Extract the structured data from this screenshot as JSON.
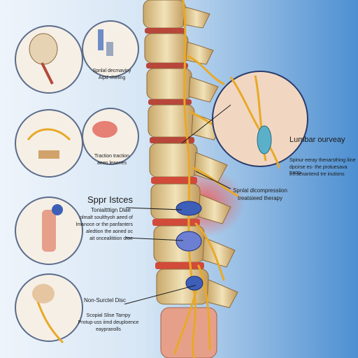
{
  "labels": {
    "panel2_title": "Spnlal decmaviny",
    "panel2_sub": "Aipd riheling",
    "panel4_title": "Traction traction",
    "panel4_sub": "aeen leaenes",
    "section_title": "Sppr Istces",
    "section_sub_title": "Tonialtttign Dlae",
    "section_body": [
      "olmalt soulthyoh aeed of",
      "lmanoce or the panfanters",
      "aledtion the aoned oc",
      "ait oncealitition dtoe"
    ],
    "decomp_title": "Spnlal dlcompressiion",
    "decomp_sub": "treatsieed therapy",
    "lumbar_title": "Lumbar ourveay",
    "lumbar_body": [
      "Spinur eeray thenarsthing liine",
      "dpcirse es- the protuesava trapp-",
      "tre sexantend tre inutions"
    ],
    "nonsurgical_title": "Non-Surctel Disc",
    "nonsurgical_sub": "Scopial Slise Tarnpy",
    "nonsurgical_body": [
      "Protup-uss iimd deuploence",
      "eaypranolls"
    ]
  },
  "colors": {
    "bone": "#e9d7a6",
    "disc": "#c95b3a",
    "nerve": "#e8a928",
    "inflammation": "#ff5a4a",
    "accent_blue": "#3d5fb8"
  }
}
